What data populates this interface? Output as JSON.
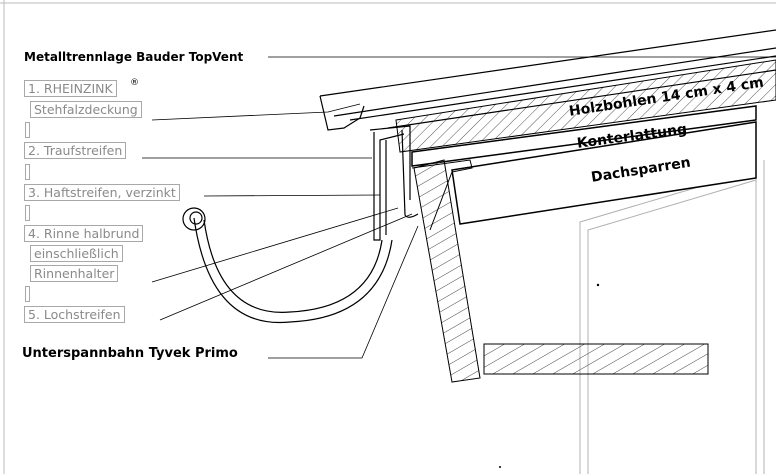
{
  "title_label": "Metalltrennlage Bauder TopVent",
  "membrane_label": "Unterspannbahn Tyvek Primo",
  "items": [
    {
      "text": "1. RHEINZINK"
    },
    {
      "text": "Stehfalzdeckung"
    },
    {
      "text": "2. Traufstreifen"
    },
    {
      "text": "3. Haftstreifen, verzinkt"
    },
    {
      "text": "4. Rinne halbrund"
    },
    {
      "text": "einschließlich"
    },
    {
      "text": "Rinnenhalter"
    },
    {
      "text": "5. Lochstreifen"
    }
  ],
  "registered_mark": "®",
  "layers": {
    "holzbohlen": "Holzbohlen 14 cm x 4 cm",
    "konterlattung": "Konterlattung",
    "dachsparren": "Dachsparren"
  }
}
